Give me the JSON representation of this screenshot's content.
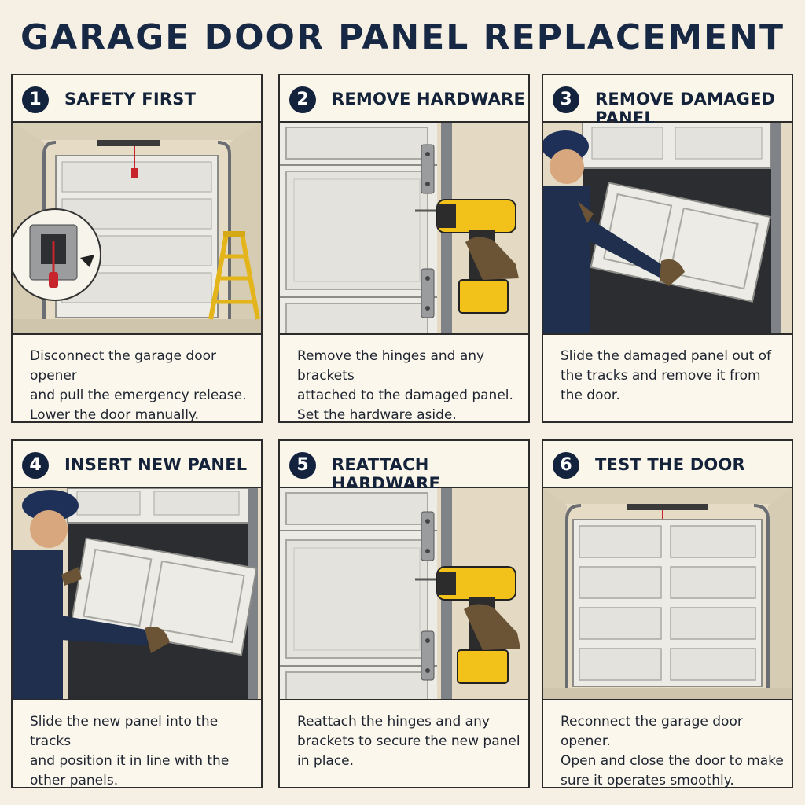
{
  "title": "GARAGE DOOR PANEL REPLACEMENT",
  "steps": [
    {
      "number": "1",
      "title": "SAFETY FIRST",
      "text": "Disconnect the garage door opener\nand pull the emergency release.\nLower the door manually.",
      "icons": [
        "garage-door-icon",
        "emergency-release-icon",
        "ladder-icon",
        "hand-pull-icon"
      ]
    },
    {
      "number": "2",
      "title": "REMOVE HARDWARE",
      "text": "Remove the hinges and any brackets\nattached to the damaged panel.\nSet the hardware aside.",
      "icons": [
        "door-panel-icon",
        "hinge-icon",
        "drill-icon"
      ]
    },
    {
      "number": "3",
      "title": "REMOVE DAMAGED PANEL",
      "text": "Slide the damaged panel out of\nthe tracks and remove it from\nthe door.",
      "icons": [
        "worker-icon",
        "door-panel-icon"
      ]
    },
    {
      "number": "4",
      "title": "INSERT NEW PANEL",
      "text": "Slide the new panel into the tracks\nand position it in line with the\nother panels.",
      "icons": [
        "worker-icon",
        "door-panel-icon"
      ]
    },
    {
      "number": "5",
      "title": "REATTACH HARDWARE",
      "text": "Reattach the hinges and any\nbrackets to secure the new panel\nin place.",
      "icons": [
        "door-panel-icon",
        "hinge-icon",
        "drill-icon"
      ]
    },
    {
      "number": "6",
      "title": "TEST THE DOOR",
      "text": "Reconnect the garage door opener.\nOpen and close the door to make\nsure it operates smoothly.",
      "icons": [
        "garage-door-icon"
      ]
    }
  ],
  "colors": {
    "background": "#f5f0e3",
    "navy": "#13223d",
    "door": "#ecebe5",
    "drill_yellow": "#f2c21b",
    "uniform": "#1f2f4d",
    "release_red": "#c8242b"
  }
}
